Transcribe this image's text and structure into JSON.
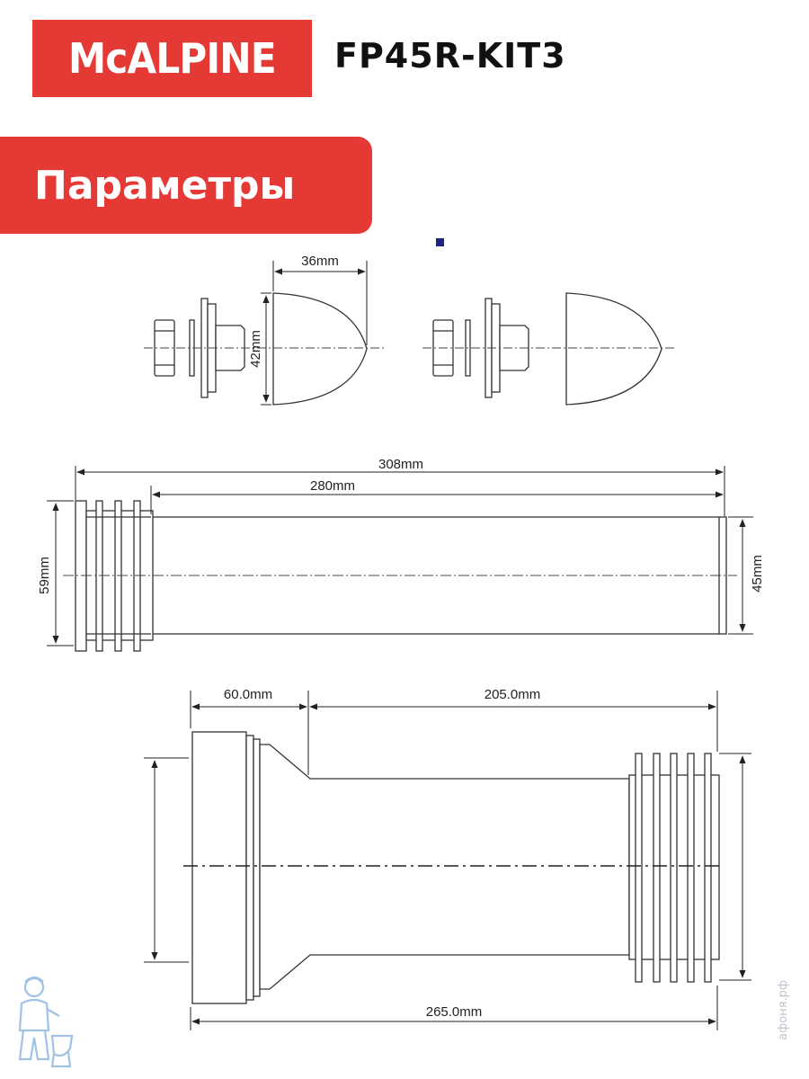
{
  "brand": {
    "logo_text": "McALPINE",
    "model": "FP45R-KIT3",
    "accent": "#e53935"
  },
  "section": {
    "title": "Параметры"
  },
  "dimensions": {
    "cap_length": "36mm",
    "cap_height": "42mm",
    "pipe_total": "308mm",
    "pipe_inner": "280mm",
    "pipe_left_dia": "59mm",
    "pipe_right_dia": "45mm",
    "bottom_left": "60.0mm",
    "bottom_right": "205.0mm",
    "bottom_total": "265.0mm"
  },
  "watermark": "афоня.рф",
  "icons": {
    "mascot": "plumber-mascot-icon"
  }
}
